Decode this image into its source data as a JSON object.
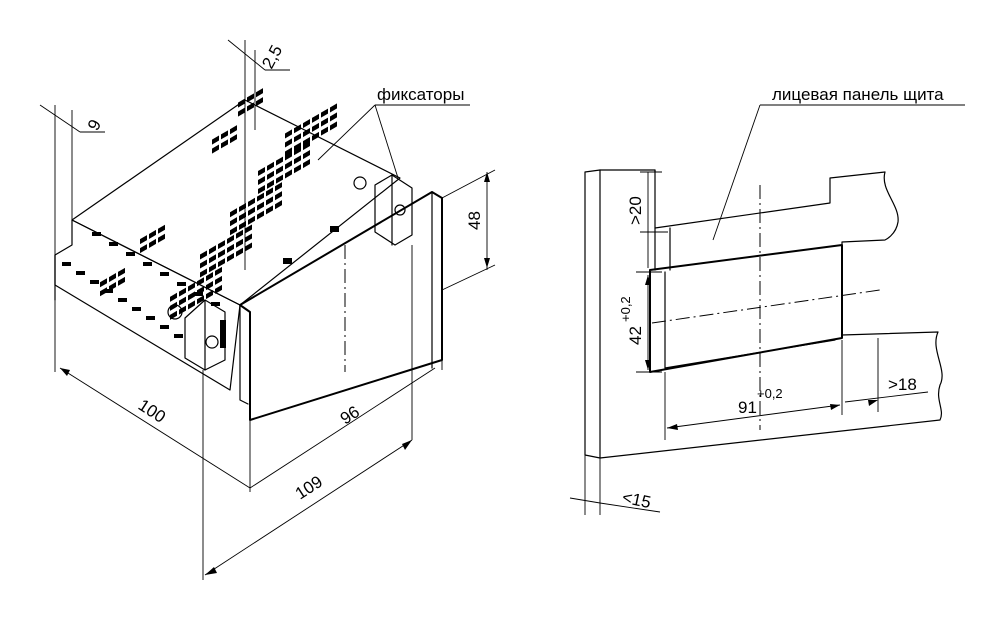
{
  "device_view": {
    "annotation_latches": "фиксаторы",
    "dim_top_gap": "2,5",
    "dim_bezel": "9",
    "dim_height": "48",
    "dim_width_front": "96",
    "dim_depth_body": "100",
    "dim_depth_total": "109"
  },
  "cutout_view": {
    "annotation_panel": "лицевая панель щита",
    "dim_margin_top": ">20",
    "dim_cutout_height": "42",
    "dim_cutout_height_tol": "+0,2",
    "dim_cutout_width": "91",
    "dim_cutout_width_tol": "+0,2",
    "dim_margin_right": ">18",
    "dim_panel_thickness": "<15"
  }
}
